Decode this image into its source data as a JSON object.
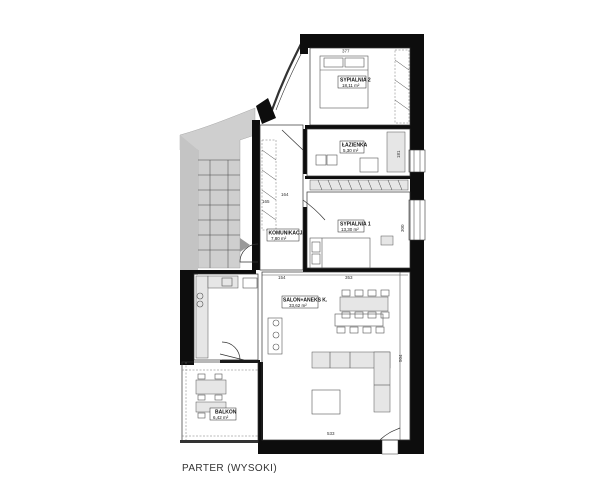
{
  "plan": {
    "floor_title": "PARTER (WYSOKI)",
    "rooms": {
      "bedroom2": {
        "name": "SYPIALNIA 2",
        "area": "18,11 m²"
      },
      "bathroom": {
        "name": "ŁAZIENKA",
        "area": "5,30 m²"
      },
      "corridor": {
        "name": "KOMUNIKACJA",
        "area": "7,80 m²"
      },
      "bedroom1": {
        "name": "SYPIALNIA 1",
        "area": "13,30 m²"
      },
      "living": {
        "name": "SALON+ANEKS K.",
        "area": "33,62 m²"
      },
      "balcony": {
        "name": "BALKON",
        "area": "6,42 m²"
      }
    },
    "dimensions": {
      "top_width": "377",
      "bathroom_height": "181",
      "corridor_depth": "164",
      "corridor_side": "165",
      "bedroom1_height": "300",
      "mid_left": "154",
      "mid_right": "353",
      "living_height": "504",
      "bottom_width": "533"
    }
  }
}
